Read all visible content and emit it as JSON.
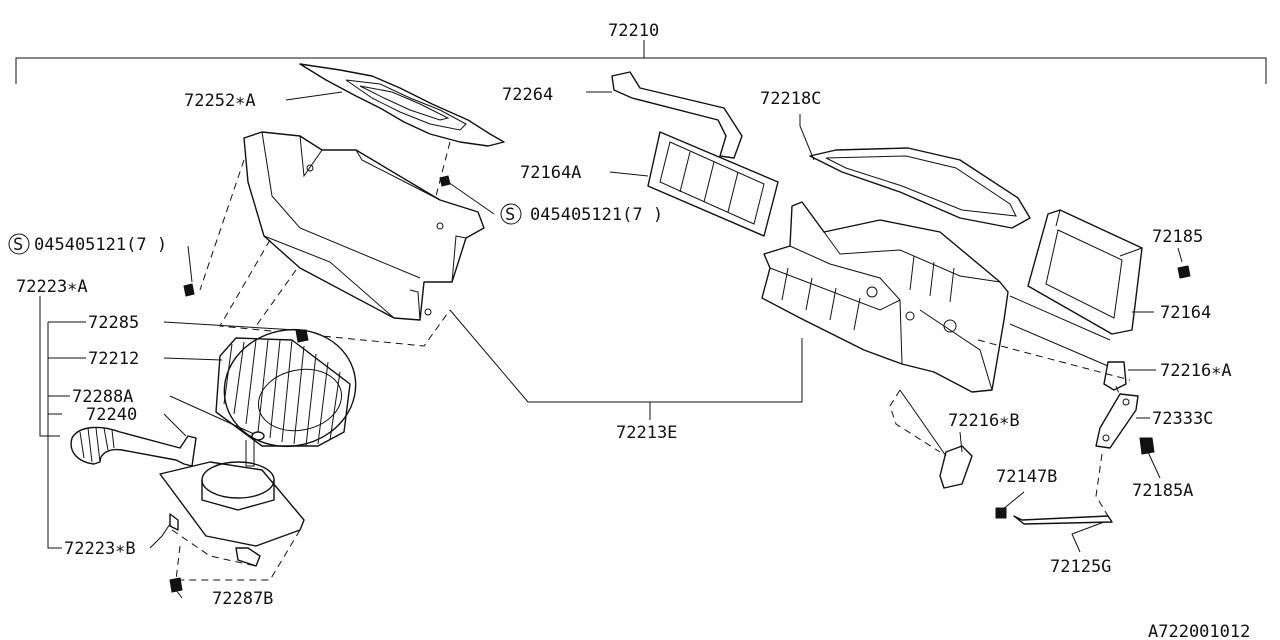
{
  "diagram_id": "A722001012",
  "labels": {
    "assembly": "72210",
    "seal_a": "72252∗A",
    "bracket": "72264",
    "seal_c": "72218C",
    "filter_a": "72164A",
    "screw_right": "045405121(7  )",
    "screw_left": "045405121(7  )",
    "screw_symbol": "S",
    "grommet": "72185",
    "motor_assy": "72223∗A",
    "nut": "72285",
    "fan": "72212",
    "washer": "72288A",
    "hose": "72240",
    "motor": "72223∗B",
    "bolt": "72287B",
    "case": "72213E",
    "filter": "72164",
    "link_a": "72216∗A",
    "lever": "72333C",
    "link_b": "72216∗B",
    "clip": "72185A",
    "clip_b": "72147B",
    "rod": "72125G"
  }
}
